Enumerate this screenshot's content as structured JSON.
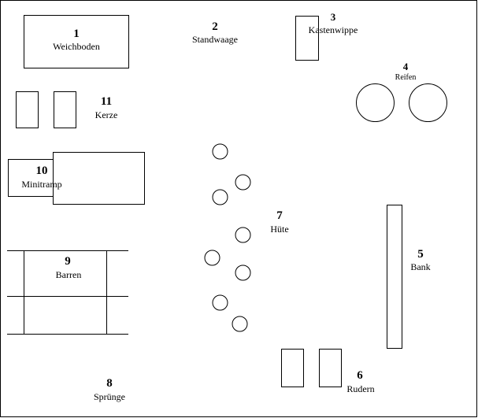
{
  "stations": {
    "weichboden": {
      "number": "1",
      "name": "Weichboden"
    },
    "standwaage": {
      "number": "2",
      "name": "Standwaage"
    },
    "kastenwippe": {
      "number": "3",
      "name": "Kastenwippe"
    },
    "reifen": {
      "number": "4",
      "name": "Reifen"
    },
    "bank": {
      "number": "5",
      "name": "Bank"
    },
    "rudern": {
      "number": "6",
      "name": "Rudern"
    },
    "huete": {
      "number": "7",
      "name": "Hüte"
    },
    "spruenge": {
      "number": "8",
      "name": "Sprünge"
    },
    "barren": {
      "number": "9",
      "name": "Barren"
    },
    "minitramp": {
      "number": "10",
      "name": "Minitramp"
    },
    "kerze": {
      "number": "11",
      "name": "Kerze"
    }
  },
  "colors": {
    "line": "#000000",
    "background": "#ffffff"
  }
}
